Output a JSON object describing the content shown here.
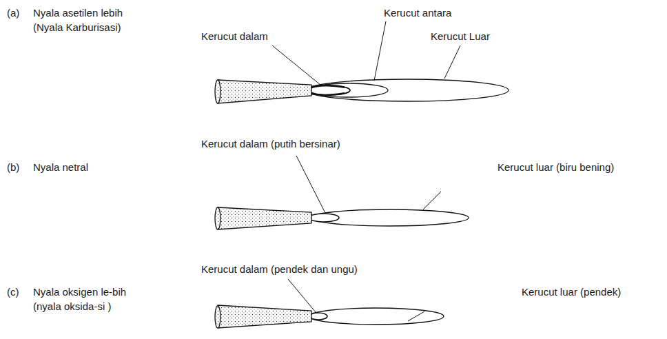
{
  "diagram": {
    "labels": [
      "(a)",
      "Nyala asetilen lebih (Nyala Karburisasi)",
      "Kerucut antara",
      "Kerucut dalam",
      "Kerucut Luar",
      "Kerucut dalam (putih bersinar)",
      "(b)",
      "Nyala netral",
      "Kerucut luar (biru bening)",
      "Kerucut dalam (pendek dan ungu)",
      "(c)",
      "Nyala oksigen le-bih (nyala oksida-si )",
      "Kerucut luar (pendek)"
    ]
  }
}
